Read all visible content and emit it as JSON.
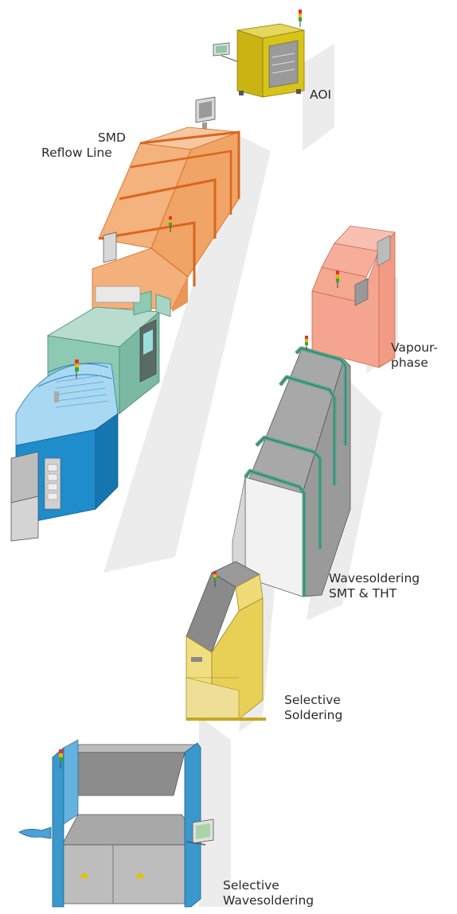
{
  "labels": {
    "aoi": "AOI",
    "smd_line1": "SMD",
    "smd_line2": "Reflow Line",
    "vapour_line1": "Vapour-",
    "vapour_line2": "phase",
    "wave_line1": "Wavesoldering",
    "wave_line2": "SMT & THT",
    "selective_line1": "Selective",
    "selective_line2": "Soldering",
    "selwave_line1": "Selective",
    "selwave_line2": "Wavesoldering"
  },
  "colors": {
    "aoi": "#d4c21a",
    "reflow": "#f2a86a",
    "reflow_frame": "#d9661e",
    "printer": "#8ec9b4",
    "placer": "#6fb6e6",
    "vapour": "#f4a08c",
    "wave_body": "#b4b4b4",
    "wave_frame": "#58a890",
    "selective": "#eed870",
    "selwave_frame": "#3a98cc",
    "selwave_body": "#bdbdbd",
    "shadow": "#eaeaea"
  }
}
